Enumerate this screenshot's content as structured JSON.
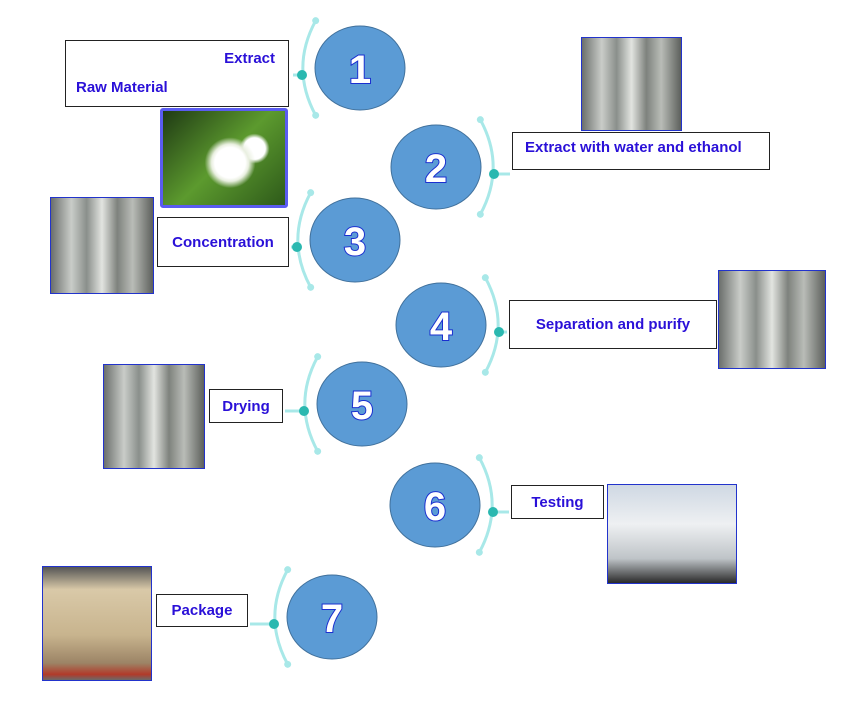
{
  "steps": [
    {
      "number": "1",
      "label_top": "Extract",
      "label": "Raw Material"
    },
    {
      "number": "2",
      "label": "Extract with water and ethanol"
    },
    {
      "number": "3",
      "label": "Concentration"
    },
    {
      "number": "4",
      "label": "Separation and purify"
    },
    {
      "number": "5",
      "label": "Drying"
    },
    {
      "number": "6",
      "label": "Testing"
    },
    {
      "number": "7",
      "label": "Package"
    }
  ],
  "colors": {
    "circle": "#5b9bd5",
    "arc": "#a8e8e8",
    "dot": "#2ab8b0",
    "text": "#2a10d8"
  }
}
